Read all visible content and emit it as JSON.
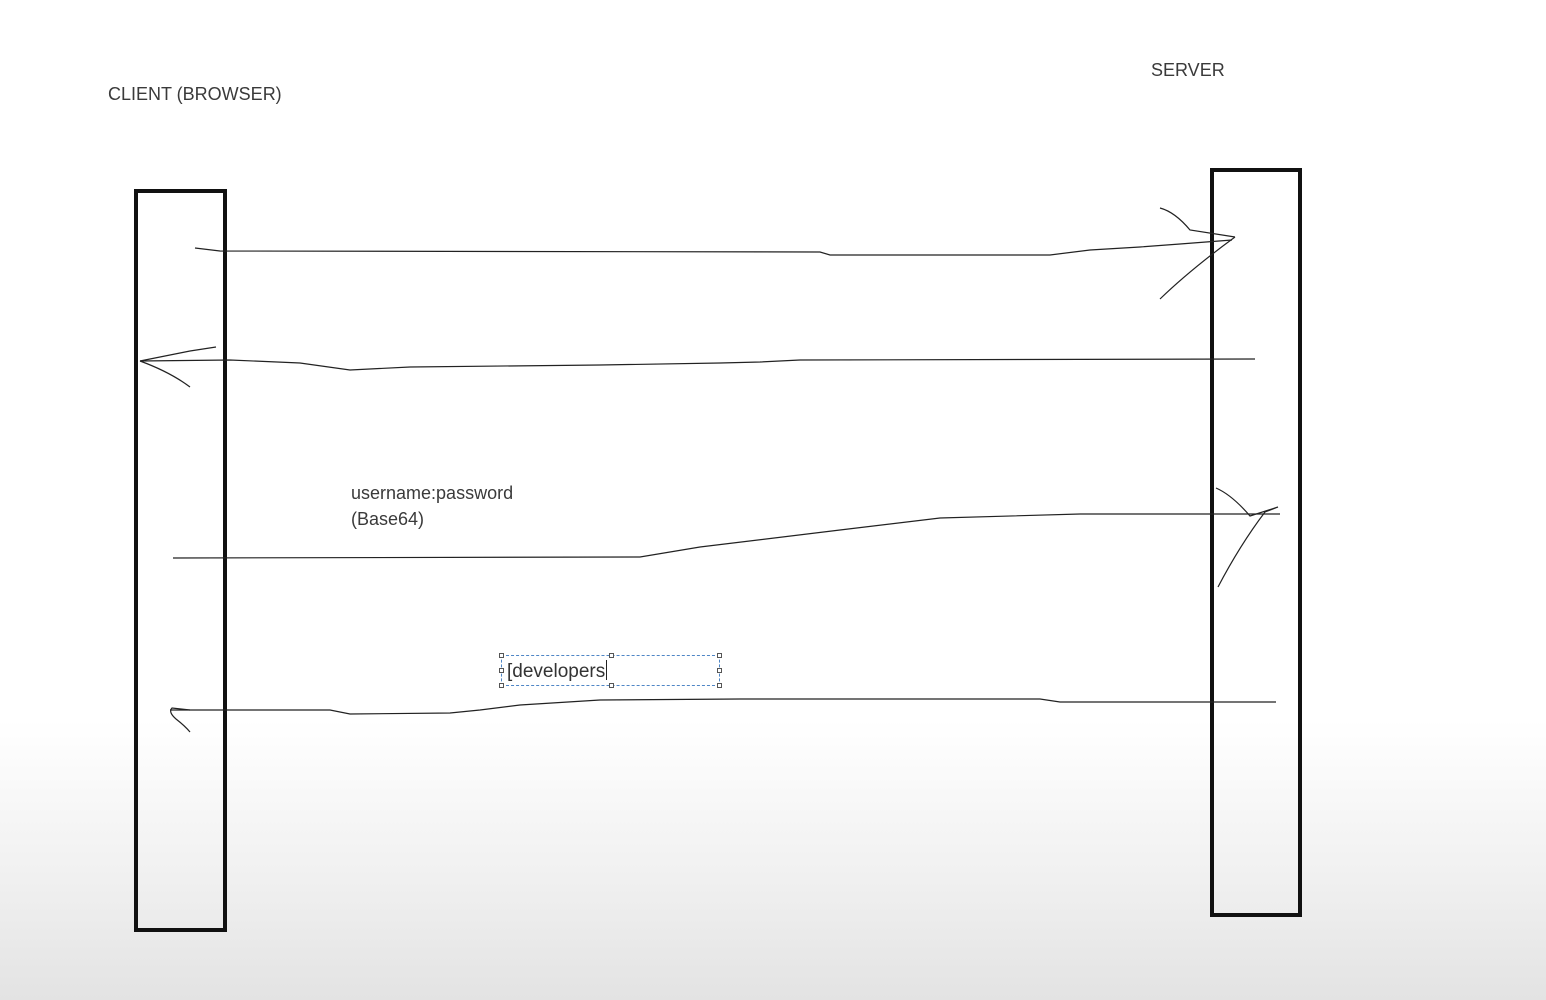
{
  "diagram": {
    "client_label": "CLIENT (BROWSER)",
    "server_label": "SERVER",
    "credentials_note": {
      "line1": "username:password",
      "line2": "(Base64)"
    },
    "role_textbox": {
      "value": "[developers"
    }
  },
  "colors": {
    "stroke": "#1a1a1a",
    "text": "#3a3a3a",
    "selection": "#4f86c6",
    "background_bottom": "#e3e3e3"
  }
}
